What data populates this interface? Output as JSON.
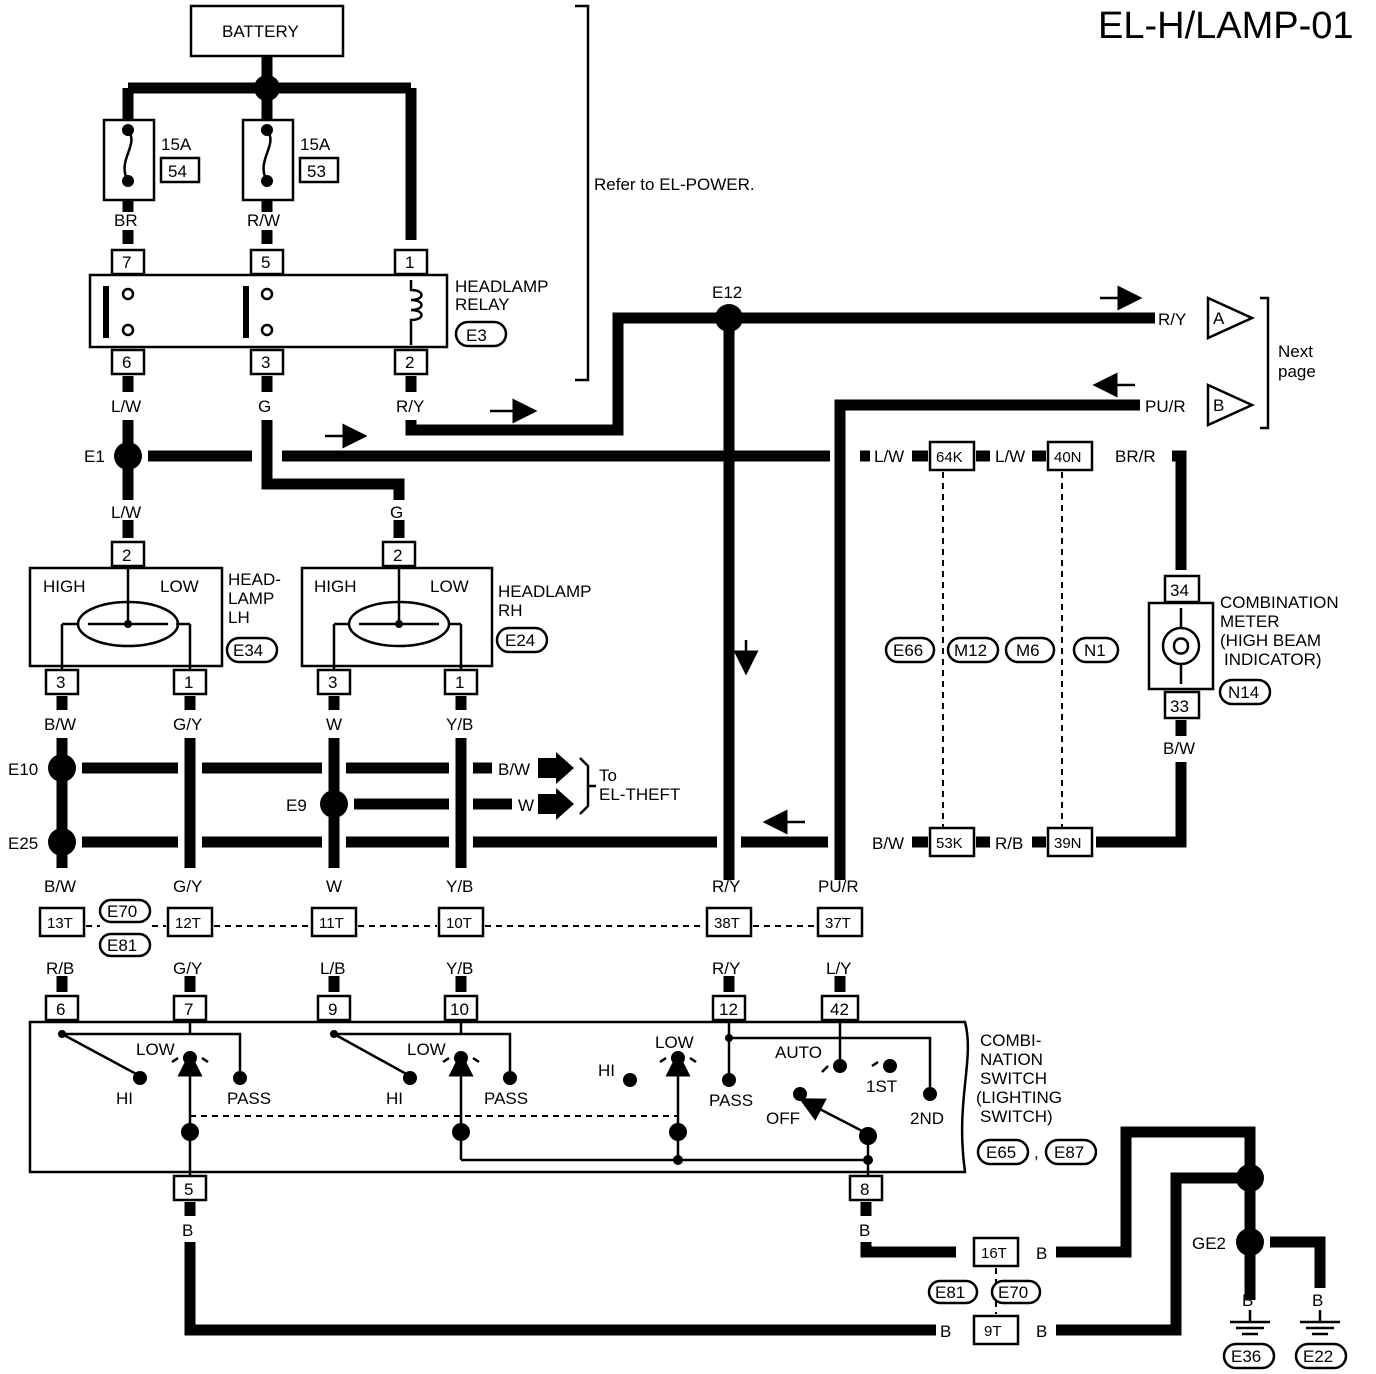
{
  "page_title": "EL-H/LAMP-01",
  "battery": "BATTERY",
  "fuses": [
    {
      "amp": "15A",
      "no": "54"
    },
    {
      "amp": "15A",
      "no": "53"
    }
  ],
  "refer_note": "Refer to EL-POWER.",
  "relay": {
    "name_1": "HEADLAMP",
    "name_2": "RELAY",
    "conn": "E3",
    "pins": [
      "7",
      "5",
      "1",
      "6",
      "3",
      "2"
    ]
  },
  "wire_colors": {
    "br": "BR",
    "rw": "R/W",
    "lw": "L/W",
    "g": "G",
    "ry": "R/Y",
    "pur": "PU/R",
    "bw": "B/W",
    "gy": "G/Y",
    "w": "W",
    "yb": "Y/B",
    "rb": "R/B",
    "lb": "L/B",
    "ly": "L/Y",
    "b": "B",
    "brr": "BR/R"
  },
  "joints": {
    "e12": "E12",
    "e1": "E1",
    "e10": "E10",
    "e9": "E9",
    "e25": "E25",
    "ge2": "GE2"
  },
  "connectors": {
    "a": "A",
    "b": "B"
  },
  "next_page": [
    "Next",
    "page"
  ],
  "headlamp_lh": {
    "high": "HIGH",
    "low": "LOW",
    "name": [
      "HEAD-",
      "LAMP",
      "LH"
    ],
    "conn": "E34",
    "pins": [
      "2",
      "3",
      "1"
    ]
  },
  "headlamp_rh": {
    "high": "HIGH",
    "low": "LOW",
    "name": [
      "HEADLAMP",
      "RH"
    ],
    "conn": "E24",
    "pins": [
      "2",
      "3",
      "1"
    ]
  },
  "meter": {
    "name": [
      "COMBINATION",
      "METER",
      "(HIGH BEAM",
      "INDICATOR)"
    ],
    "conn": "N14",
    "pins": [
      "34",
      "33"
    ]
  },
  "inline": [
    "64K",
    "40N",
    "53K",
    "39N",
    "13T",
    "12T",
    "11T",
    "10T",
    "38T",
    "37T",
    "16T",
    "9T"
  ],
  "conn_refs": {
    "e66": "E66",
    "m12": "M12",
    "m6": "M6",
    "n1": "N1",
    "e70": "E70",
    "e81": "E81",
    "e65": "E65",
    "e87": "E87",
    "e36": "E36",
    "e22": "E22"
  },
  "to_theft": [
    "To",
    "EL-THEFT"
  ],
  "switch": {
    "name": [
      "COMBI-",
      "NATION",
      "SWITCH",
      "(LIGHTING",
      "SWITCH)"
    ],
    "pins": [
      "6",
      "7",
      "9",
      "10",
      "12",
      "42",
      "5",
      "8"
    ],
    "low": "LOW",
    "hi": "HI",
    "pass": "PASS",
    "auto": "AUTO",
    "off": "OFF",
    "first": "1ST",
    "second": "2ND"
  }
}
